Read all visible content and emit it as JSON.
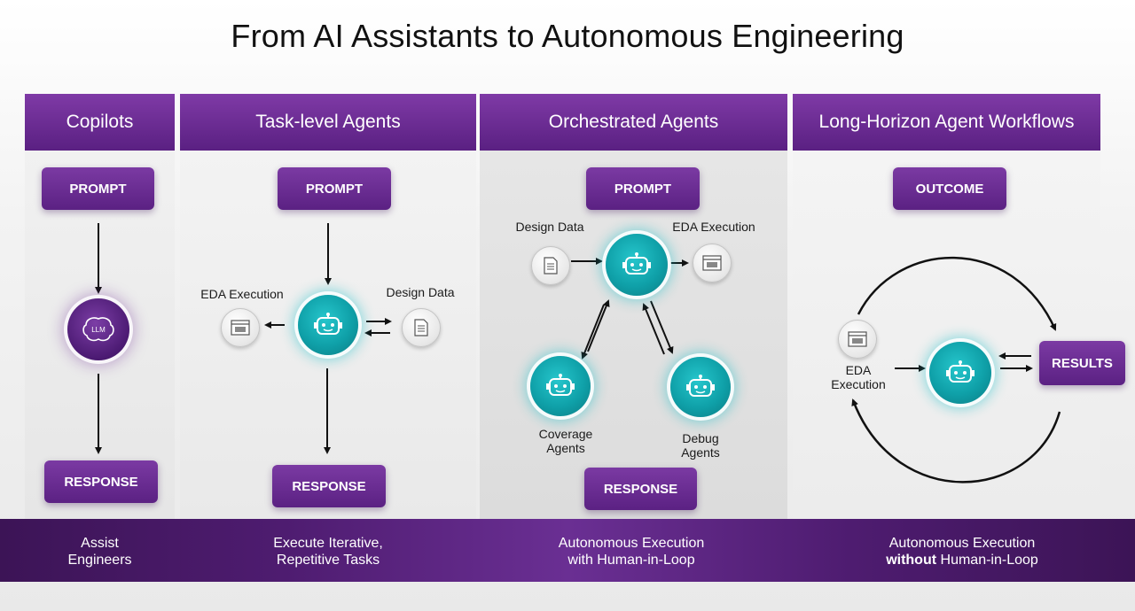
{
  "title": "From AI Assistants to Autonomous Engineering",
  "columns": [
    {
      "header": "Copilots",
      "prompt": "PROMPT",
      "center": "LLM",
      "response": "RESPONSE",
      "footer_line1": "Assist",
      "footer_line2": "Engineers"
    },
    {
      "header": "Task-level Agents",
      "prompt": "PROMPT",
      "left_label": "EDA Execution",
      "right_label": "Design Data",
      "response": "RESPONSE",
      "footer_line1": "Execute Iterative,",
      "footer_line2": "Repetitive Tasks"
    },
    {
      "header": "Orchestrated Agents",
      "prompt": "PROMPT",
      "left_label": "Design Data",
      "right_label": "EDA Execution",
      "coverage_label_1": "Coverage",
      "coverage_label_2": "Agents",
      "debug_label_1": "Debug",
      "debug_label_2": "Agents",
      "response": "RESPONSE",
      "footer_line1": "Autonomous Execution",
      "footer_line2": "with Human-in-Loop"
    },
    {
      "header": "Long-Horizon Agent Workflows",
      "prompt": "OUTCOME",
      "left_label_1": "EDA",
      "left_label_2": "Execution",
      "results": "RESULTS",
      "footer_line1": "Autonomous Execution",
      "footer_bold": "without",
      "footer_rest": " Human-in-Loop"
    }
  ],
  "colors": {
    "header_purple": "#6a2b94",
    "agent_teal": "#12a9b1",
    "band_purple": "#4e1c70"
  },
  "icons": [
    "robot-icon",
    "brain-llm-icon",
    "document-icon",
    "eda-window-icon"
  ]
}
